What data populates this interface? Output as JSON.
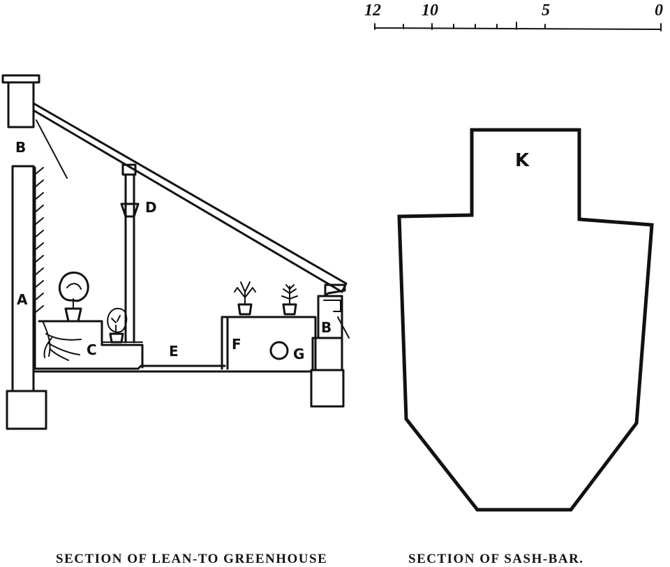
{
  "scale": {
    "ticks": [
      "12",
      "10",
      "5",
      "0"
    ]
  },
  "greenhouse": {
    "labels": {
      "A": "A",
      "B_top": "B",
      "B_side": "B",
      "C": "C",
      "D": "D",
      "E": "E",
      "F": "F",
      "G": "G"
    }
  },
  "sashbar": {
    "label": "K"
  },
  "captions": {
    "left": "SECTION OF LEAN-TO GREENHOUSE",
    "right": "SECTION OF SASH-BAR."
  }
}
